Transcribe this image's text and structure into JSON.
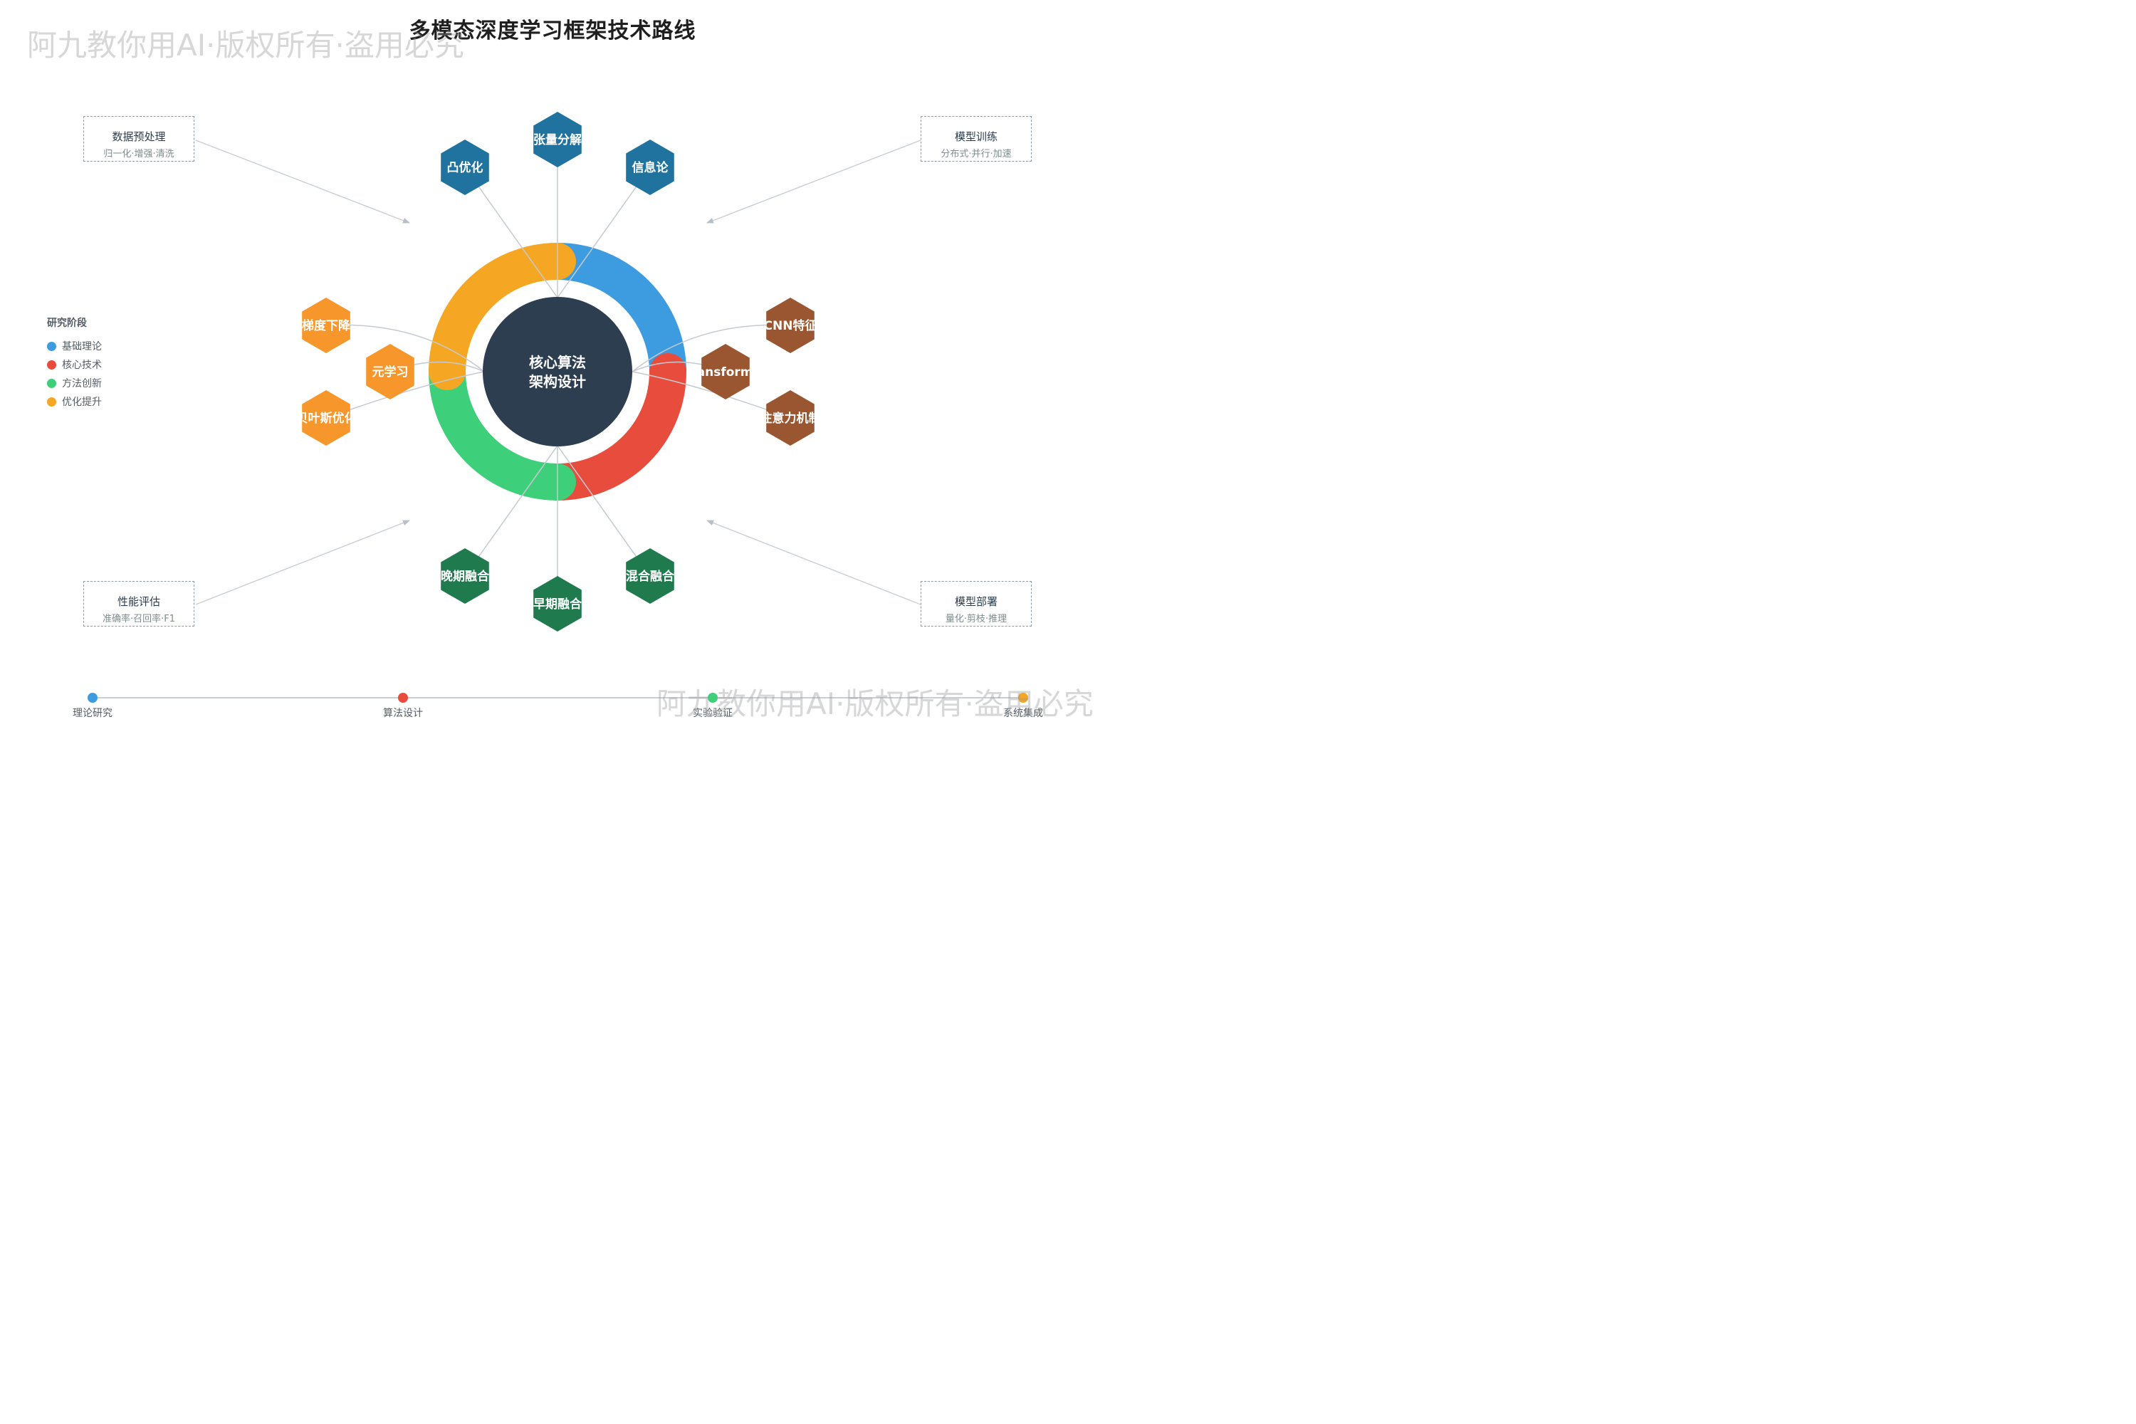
{
  "title": "多模态深度学习框架技术路线",
  "watermark": "阿九教你用AI·版权所有·盗用必究",
  "center": {
    "line1": "核心算法",
    "line2": "架构设计",
    "color": "#2c3e50"
  },
  "ring": {
    "segments": [
      {
        "color": "#3d9be0"
      },
      {
        "color": "#e74c3c"
      },
      {
        "color": "#3ecf7a"
      },
      {
        "color": "#f5a623"
      }
    ]
  },
  "hexagons": {
    "top": {
      "color": "#21739f",
      "items": [
        "凸优化",
        "张量分解",
        "信息论"
      ]
    },
    "right": {
      "color": "#9a5630",
      "items": [
        "CNN特征",
        "Transformer",
        "注意力机制"
      ]
    },
    "bottom": {
      "color": "#1f7a4d",
      "items": [
        "晚期融合",
        "早期融合",
        "混合融合"
      ]
    },
    "left": {
      "color": "#f7962b",
      "items": [
        "梯度下降",
        "元学习",
        "贝叶斯优化"
      ]
    }
  },
  "corner_boxes": {
    "top_left": {
      "title": "数据预处理",
      "subtitle": "归一化·增强·清洗"
    },
    "top_right": {
      "title": "模型训练",
      "subtitle": "分布式·并行·加速"
    },
    "bottom_left": {
      "title": "性能评估",
      "subtitle": "准确率·召回率·F1"
    },
    "bottom_right": {
      "title": "模型部署",
      "subtitle": "量化·剪枝·推理"
    }
  },
  "legend": {
    "title": "研究阶段",
    "items": [
      {
        "label": "基础理论",
        "color": "#3d9be0"
      },
      {
        "label": "核心技术",
        "color": "#e74c3c"
      },
      {
        "label": "方法创新",
        "color": "#3ecf7a"
      },
      {
        "label": "优化提升",
        "color": "#f5a623"
      }
    ]
  },
  "timeline": {
    "items": [
      {
        "label": "理论研究",
        "color": "#3d9be0"
      },
      {
        "label": "算法设计",
        "color": "#e74c3c"
      },
      {
        "label": "实验验证",
        "color": "#3ecf7a"
      },
      {
        "label": "系统集成",
        "color": "#f5a623"
      }
    ]
  }
}
